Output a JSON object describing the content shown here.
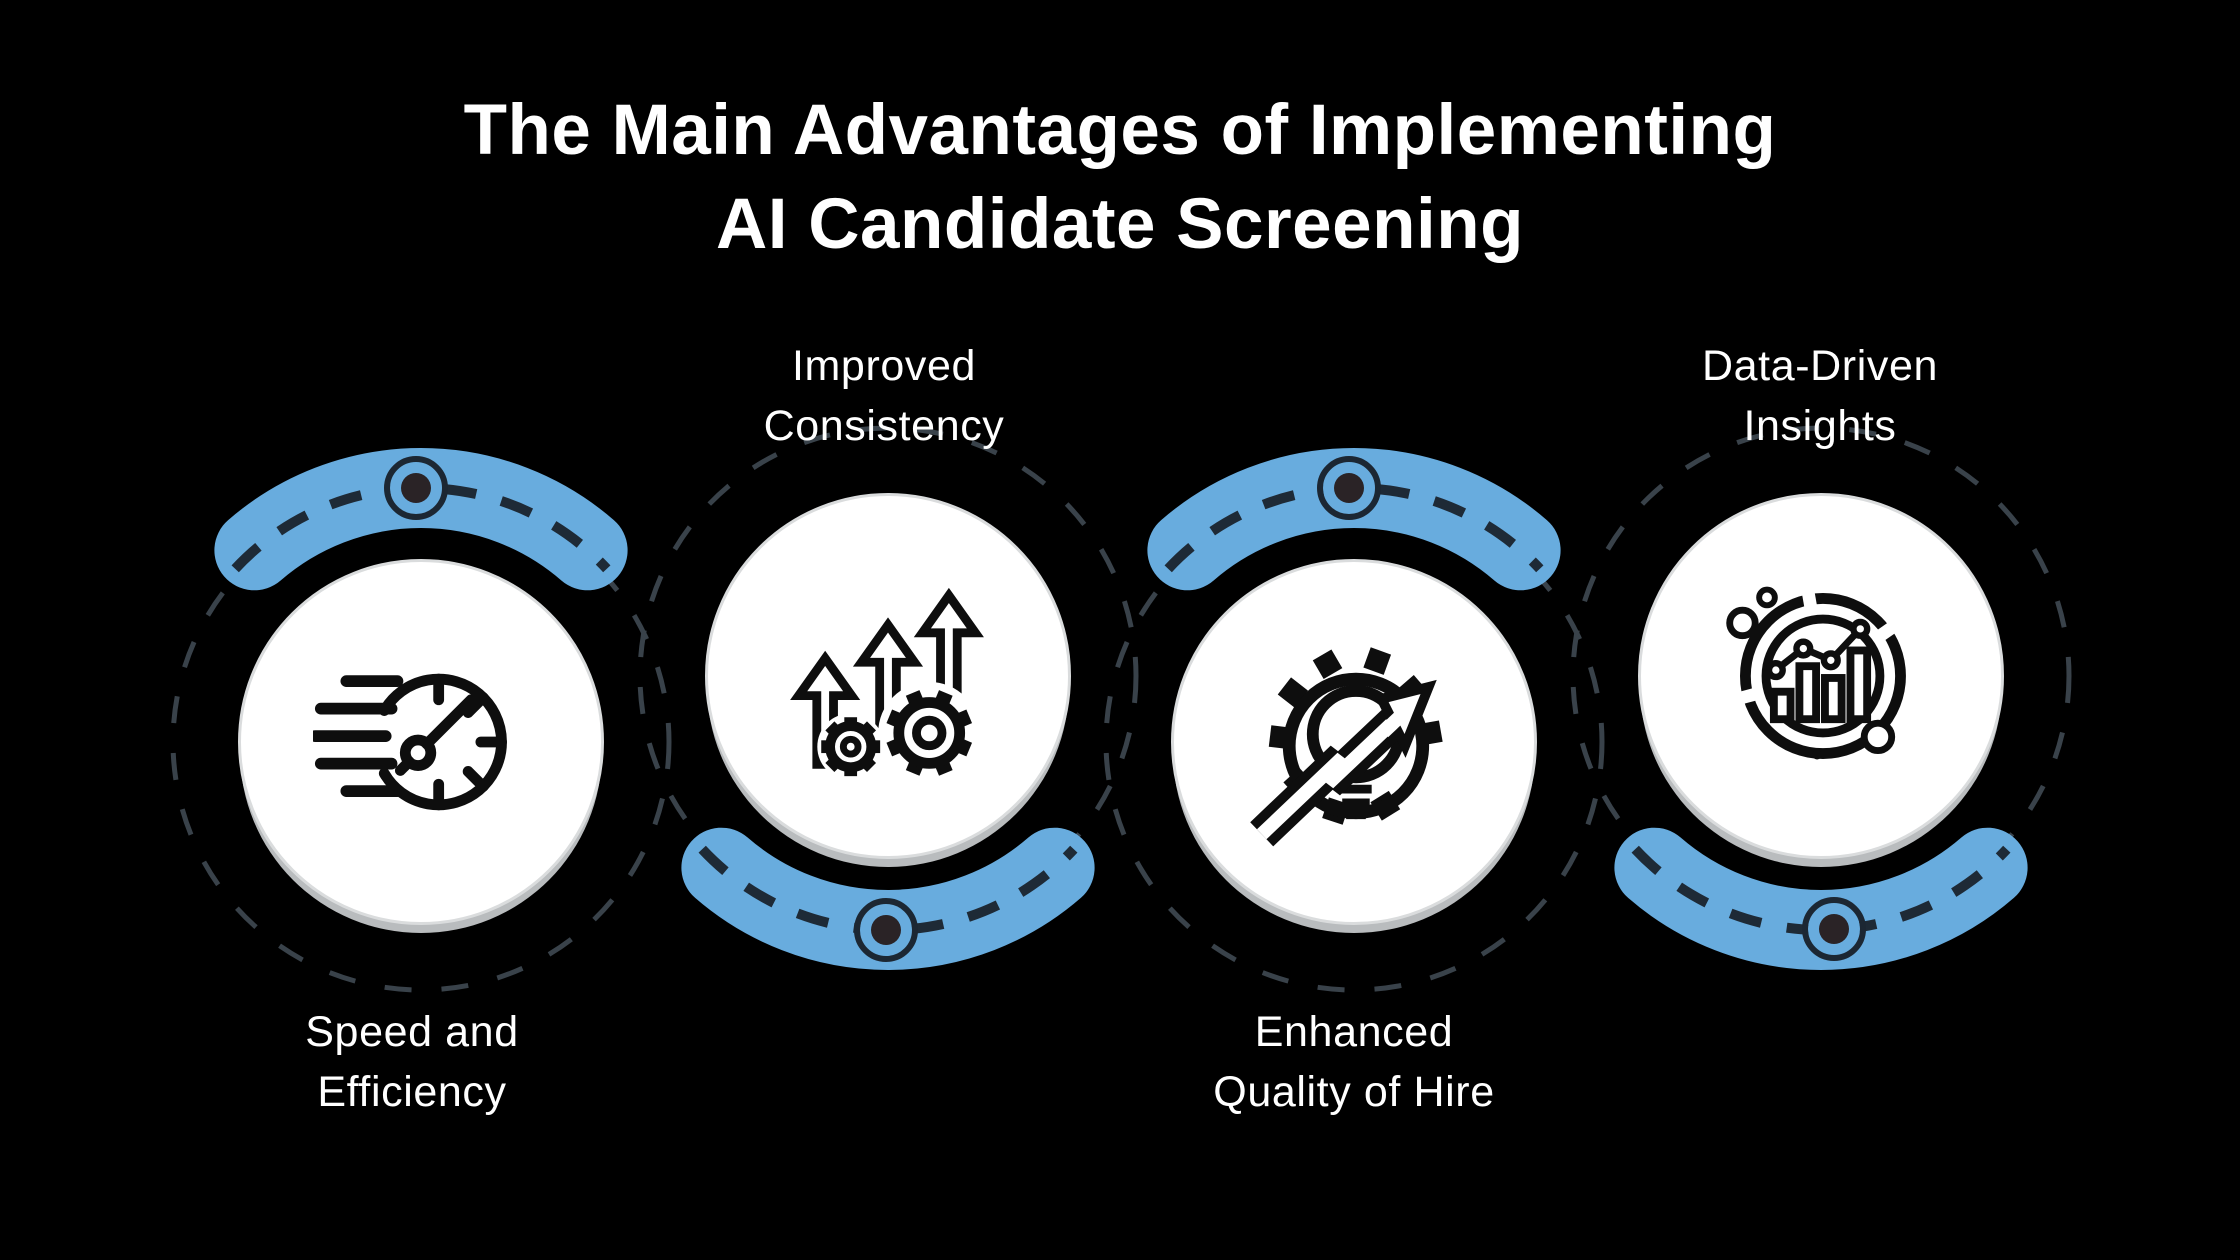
{
  "title": {
    "line1": "The Main Advantages of Implementing",
    "line2": "AI Candidate Screening"
  },
  "items": [
    {
      "id": 1,
      "line1": "Speed and",
      "line2": "Efficiency",
      "icon": "speedometer-icon"
    },
    {
      "id": 2,
      "line1": "Improved",
      "line2": "Consistency",
      "icon": "growth-arrows-gears-icon"
    },
    {
      "id": 3,
      "line1": "Enhanced",
      "line2": "Quality of Hire",
      "icon": "gear-lightbulb-arrow-icon"
    },
    {
      "id": 4,
      "line1": "Data-Driven",
      "line2": "Insights",
      "icon": "analytics-donut-icon"
    }
  ],
  "colors": {
    "background": "#000000",
    "accent_blue_arc": "#68ACDE",
    "path_dash_dark": "#1E2A36",
    "path_dash_gray": "#39424A",
    "marker_dot": "#2A2326",
    "node_fill": "#FFFFFF",
    "node_shadow": "#B9BCBE",
    "icon_stroke": "#0E0E0E",
    "title_text": "#FFFFFF"
  }
}
